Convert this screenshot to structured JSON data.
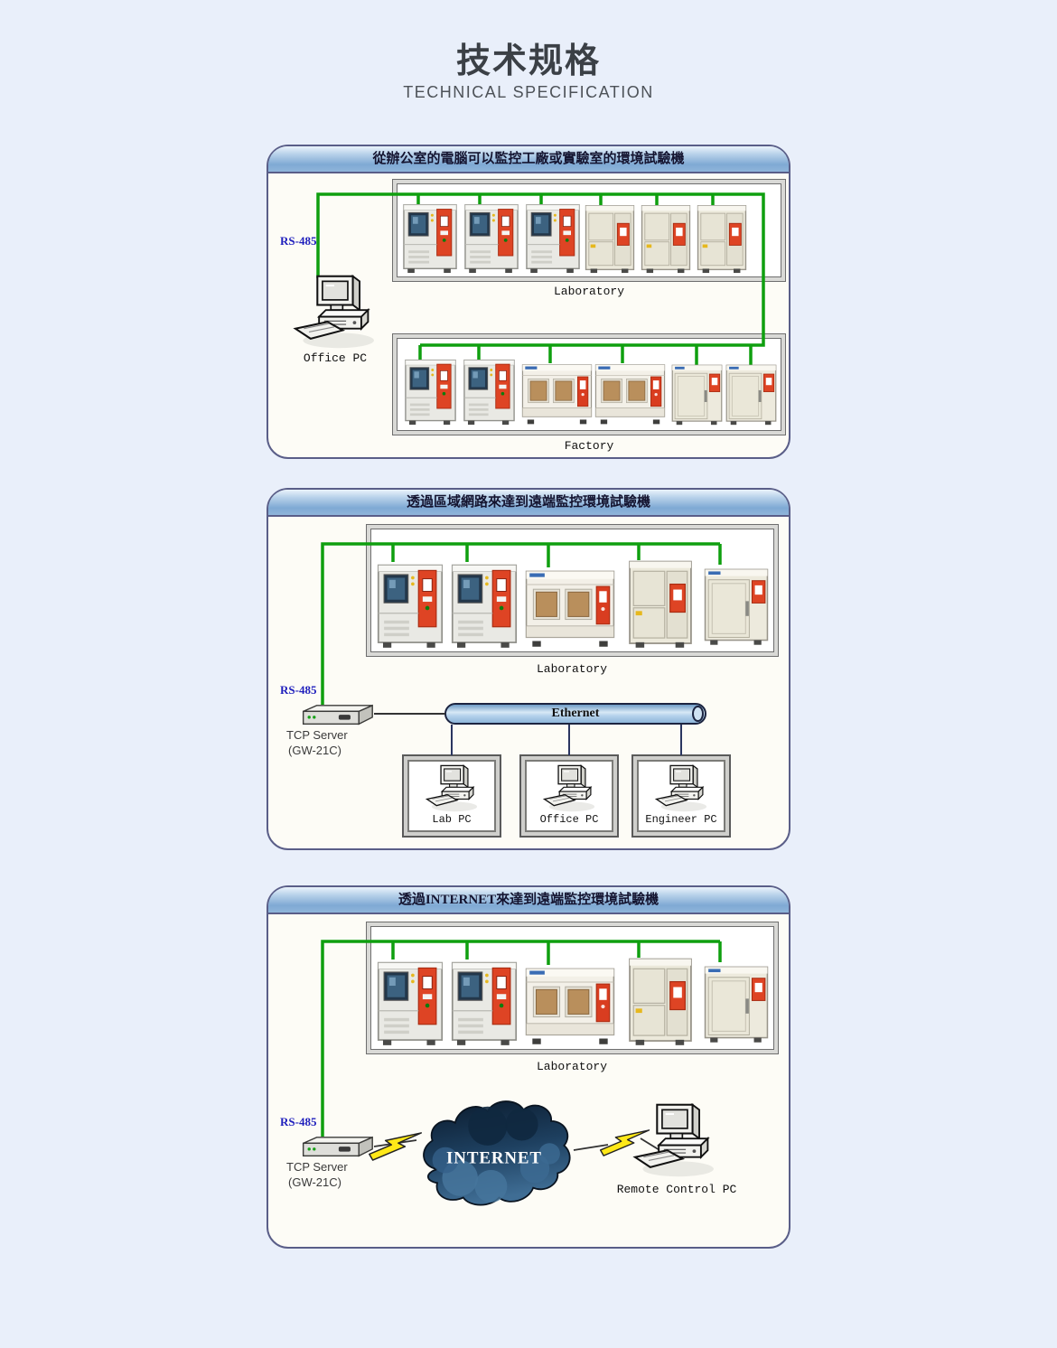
{
  "page": {
    "title": "技术规格",
    "subtitle": "TECHNICAL SPECIFICATION"
  },
  "colors": {
    "background": "#e9effa",
    "panel_border": "#5a5e88",
    "header_blue": "#88b0d8",
    "line_green": "#0f9f0f",
    "network_line": "#2a3560",
    "rs485_blue": "#2121bd",
    "machine_red": "#de4424",
    "cloud_navy": "#12283e",
    "bolt_yellow": "#ffe818"
  },
  "diagram1": {
    "title": "從辦公室的電腦可以監控工廠或實驗室的環境試驗機",
    "bus_label": "RS-485",
    "office_pc_label": "Office PC",
    "laboratory_label": "Laboratory",
    "factory_label": "Factory"
  },
  "diagram2": {
    "title": "透過區域網路來達到遠端監控環境試驗機",
    "bus_label": "RS-485",
    "server_label": "TCP Server",
    "server_model": "(GW-21C)",
    "laboratory_label": "Laboratory",
    "ethernet_label": "Ethernet",
    "pcs": [
      {
        "label": "Lab PC"
      },
      {
        "label": "Office PC"
      },
      {
        "label": "Engineer PC"
      }
    ]
  },
  "diagram3": {
    "title": "透過INTERNET來達到遠端監控環境試驗機",
    "bus_label": "RS-485",
    "server_label": "TCP Server",
    "server_model": "(GW-21C)",
    "laboratory_label": "Laboratory",
    "cloud_label": "INTERNET",
    "remote_pc_label": "Remote Control PC"
  }
}
